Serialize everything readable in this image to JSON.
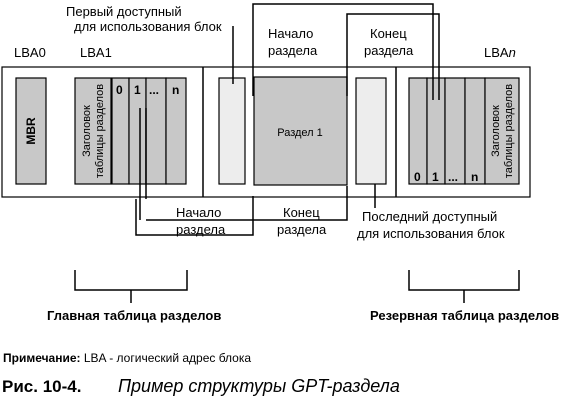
{
  "labels": {
    "lba0": "LBA0",
    "lba1": "LBA1",
    "lban": "LBAn",
    "first_usable_line1": "Первый доступный",
    "first_usable_line2": "для использования блок",
    "start_top_line1": "Начало",
    "start_top_line2": "раздела",
    "end_top_line1": "Конец",
    "end_top_line2": "раздела",
    "start_bottom_line1": "Начало",
    "start_bottom_line2": "раздела",
    "end_bottom_line1": "Конец",
    "end_bottom_line2": "раздела",
    "last_usable_line1": "Последний доступный",
    "last_usable_line2": "для использования блок",
    "mbr": "MBR",
    "header_line1": "Заголовок",
    "header_line2": "таблицы разделов",
    "partition": "Раздел 1",
    "entry_0": "0",
    "entry_1": "1",
    "entry_dots": "...",
    "entry_n": "n",
    "primary_table": "Главная таблица разделов",
    "backup_table": "Резервная таблица разделов",
    "note_bold": "Примечание:",
    "note_text": " LBA - логический адрес блока",
    "caption_number": "Рис. 10-4.",
    "caption_title": "Пример структуры GPT-раздела"
  }
}
